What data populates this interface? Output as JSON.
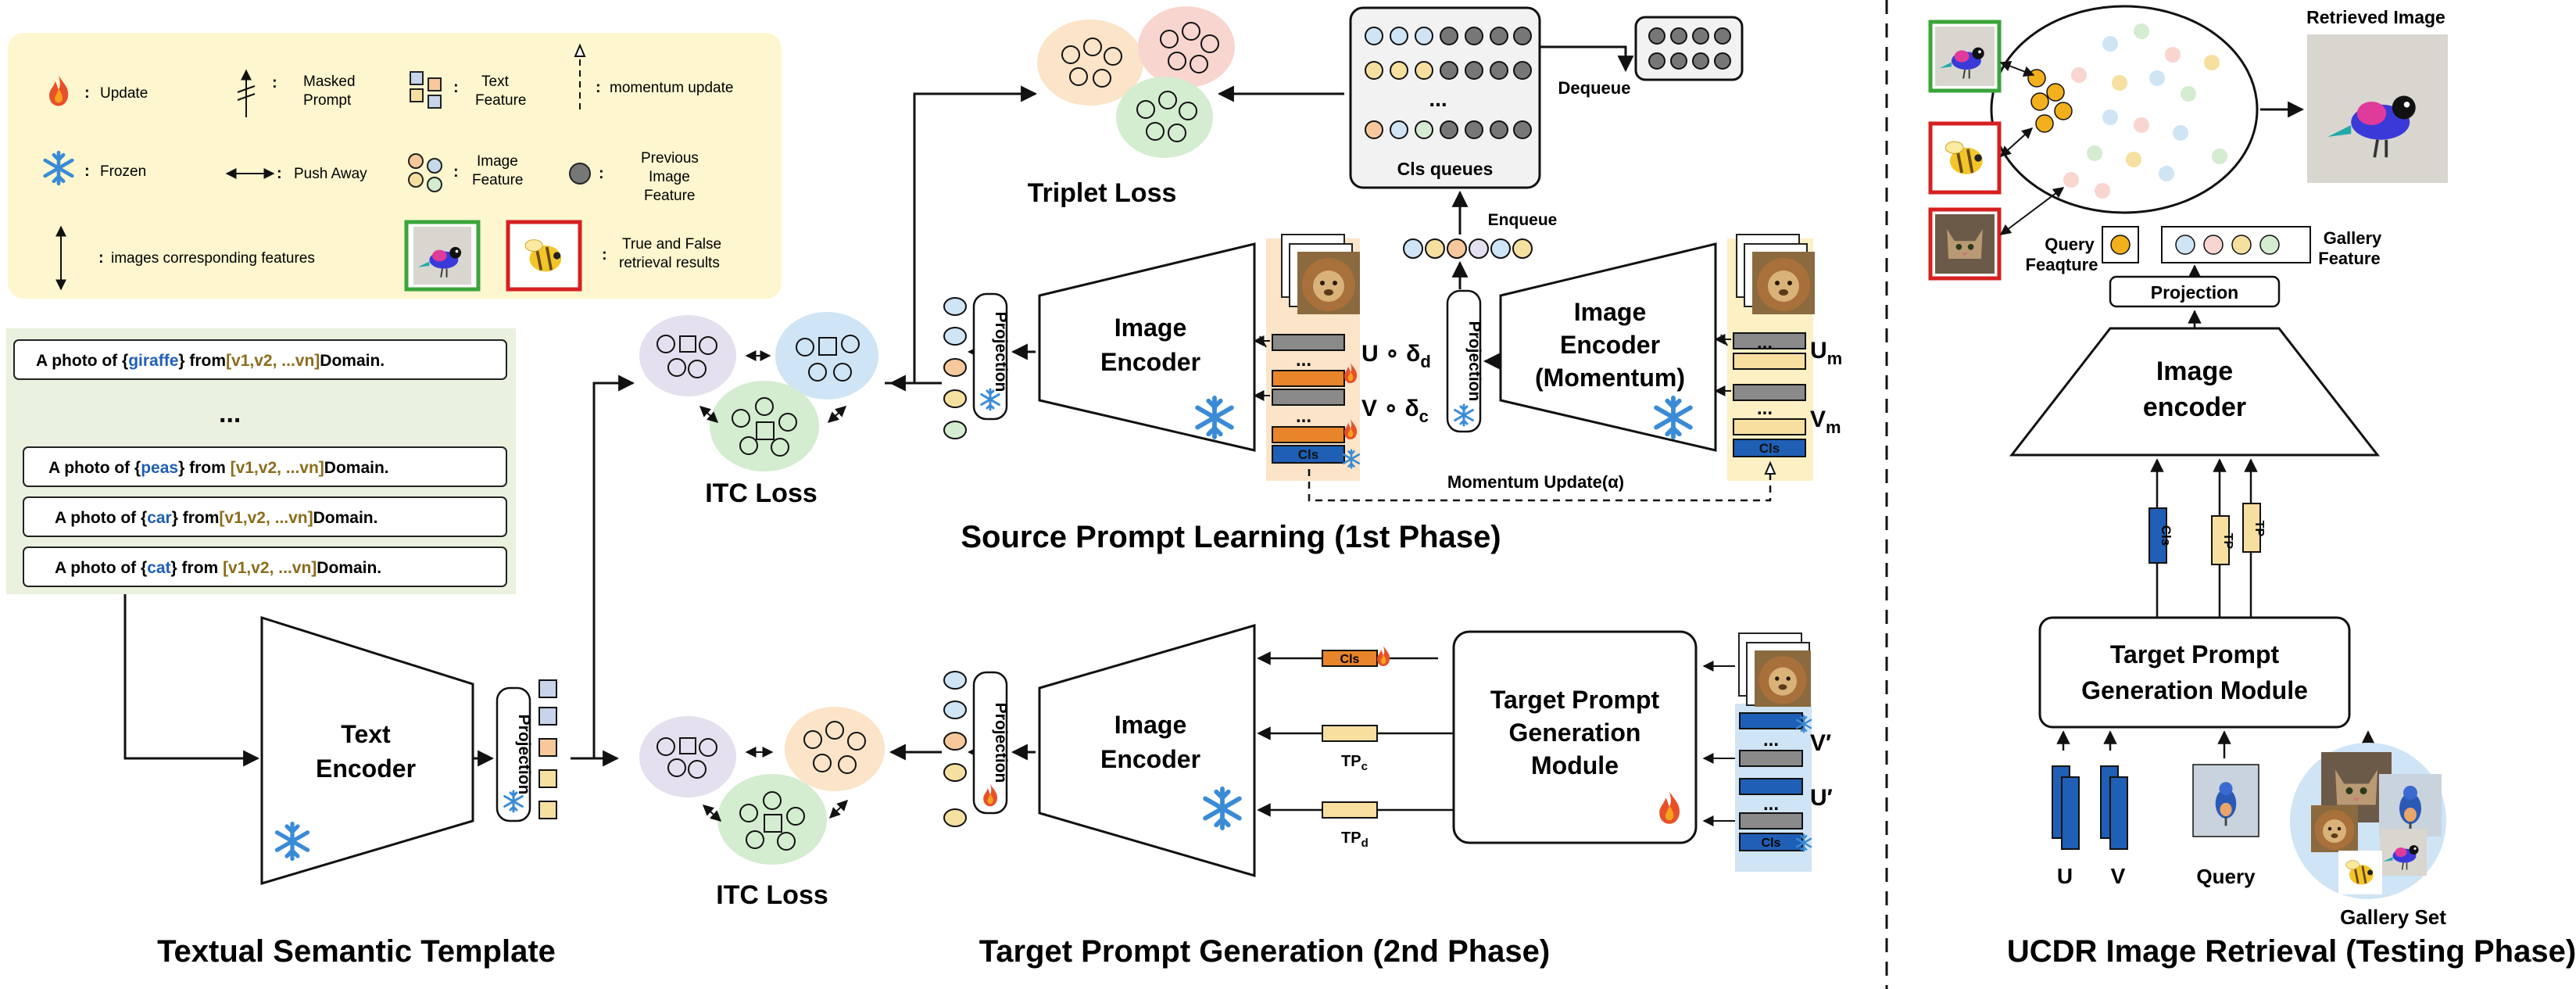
{
  "legend": {
    "update": "Update",
    "frozen": "Frozen",
    "images_features": "images  corresponding features",
    "masked_prompt": [
      "Masked",
      "Prompt"
    ],
    "push_away": "Push Away",
    "text_feature": [
      "Text",
      "Feature"
    ],
    "image_feature": [
      "Image",
      "Feature"
    ],
    "momentum_update": "momentum update",
    "previous_image_feature": [
      "Previous",
      "Image",
      "Feature"
    ],
    "true_false": [
      "True and False",
      "retrieval results"
    ]
  },
  "templates": {
    "items": [
      {
        "pre": "A photo of {",
        "cls": "giraffe",
        "mid": "} from",
        "dom": "[v1,v2,  ...vn]",
        "post": "Domain."
      },
      {
        "pre": "A photo of {",
        "cls": "peas",
        "mid": "} from ",
        "dom": "[v1,v2,  ...vn]",
        "post": "Domain."
      },
      {
        "pre": "A photo of {",
        "cls": "car",
        "mid": "} from",
        "dom": "[v1,v2,  ...vn]",
        "post": "Domain."
      },
      {
        "pre": "A photo of {",
        "cls": "cat",
        "mid": "} from ",
        "dom": "[v1,v2,  ...vn]",
        "post": "Domain."
      }
    ],
    "ellipsis": "..."
  },
  "text_encoder": [
    "Text",
    "Encoder"
  ],
  "projection": "Projection",
  "itc_loss": "ITC Loss",
  "triplet_loss": "Triplet Loss",
  "image_encoder": [
    "Image",
    "Encoder"
  ],
  "image_encoder_momentum": [
    "Image",
    "Encoder",
    "(Momentum)"
  ],
  "cls": "Cls",
  "ellipsis": "...",
  "cls_queues": "Cls queues",
  "dequeue": "Dequeue",
  "enqueue": "Enqueue",
  "momentum_update_alpha": "Momentum Update(α)",
  "u_delta_d": "U ∘ δ",
  "u_delta_d_sub": "d",
  "v_delta_c": "V ∘ δ",
  "v_delta_c_sub": "c",
  "u_m": "U",
  "u_m_sub": "m",
  "v_m": "V",
  "v_m_sub": "m",
  "tp_c": "TP",
  "tp_c_sub": "c",
  "tp_d": "TP",
  "tp_d_sub": "d",
  "target_prompt_gen": [
    "Target Prompt",
    "Generation",
    "Module"
  ],
  "v_prime": "V′",
  "u_prime": "U′",
  "phase1_title": "Source Prompt Learning (1st Phase)",
  "phase2_title": "Target Prompt Generation (2nd Phase)",
  "template_title": "Textual Semantic Template",
  "testing": {
    "retrieved_image": "Retrieved Image",
    "query_feature": [
      "Query",
      "Feaqture"
    ],
    "gallery_feature": [
      "Gallery",
      "Feature"
    ],
    "projection": "Projection",
    "image_encoder": [
      "Image",
      "encoder"
    ],
    "cls": "Cls",
    "tp_label": "TP",
    "tpgm": [
      "Target Prompt",
      "Generation Module"
    ],
    "u": "U",
    "v": "V",
    "query": "Query",
    "gallery_set": "Gallery Set",
    "title": "UCDR Image Retrieval (Testing Phase)"
  },
  "colors": {
    "legend_bg": "#fdf6cf",
    "template_bg": "#eaf1df",
    "orange": "#e88429",
    "gray_token": "#8a8a8a",
    "tp_token": "#f7dfa0",
    "blue": "#1f5fb5",
    "cls_text": "#1f5fb5",
    "dom_text": "#8a6d1a",
    "freeze": "#3a8bd6",
    "momentum_bg": "#f7e3bf",
    "right_bg": "#cfe4f5"
  }
}
